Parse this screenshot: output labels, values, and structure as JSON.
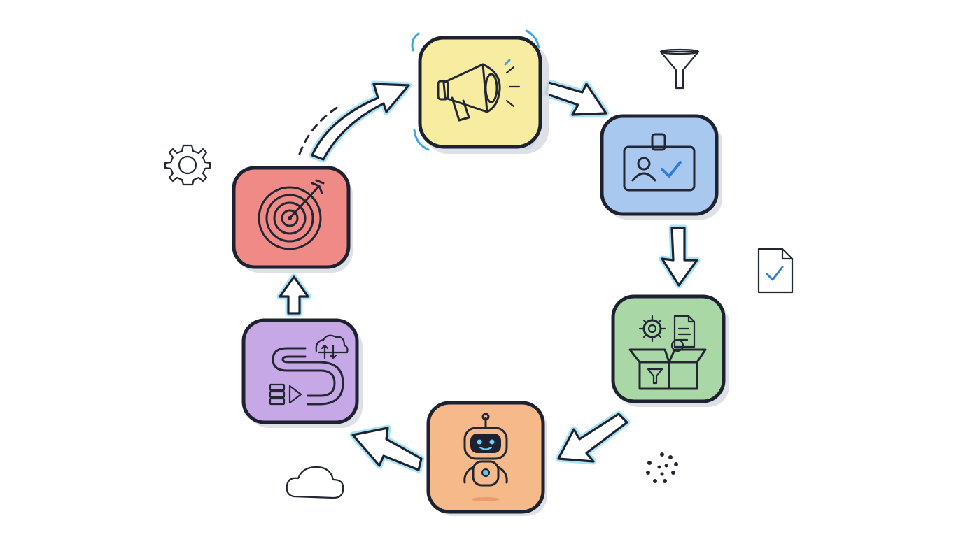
{
  "diagram": {
    "tiles": [
      {
        "id": "announce",
        "icon": "megaphone-icon",
        "color": "#f7eca0"
      },
      {
        "id": "identity",
        "icon": "id-badge-check-icon",
        "color": "#a9c8f0"
      },
      {
        "id": "package",
        "icon": "box-gears-document-icon",
        "color": "#a9d8a6"
      },
      {
        "id": "assistant",
        "icon": "robot-icon",
        "color": "#f6b98a"
      },
      {
        "id": "pipeline",
        "icon": "data-pipeline-icon",
        "color": "#c6a8e6"
      },
      {
        "id": "target",
        "icon": "target-arrow-icon",
        "color": "#f08a86"
      }
    ],
    "cycle": [
      "announce",
      "identity",
      "package",
      "assistant",
      "pipeline",
      "target",
      "announce"
    ],
    "decorations": [
      "funnel-icon",
      "gear-icon",
      "checked-document-icon",
      "cloud-icon",
      "dots-icon"
    ],
    "colors": {
      "ink": "#1e2230",
      "glow": "#7fd6f5",
      "accent": "#3aa7e0"
    }
  }
}
